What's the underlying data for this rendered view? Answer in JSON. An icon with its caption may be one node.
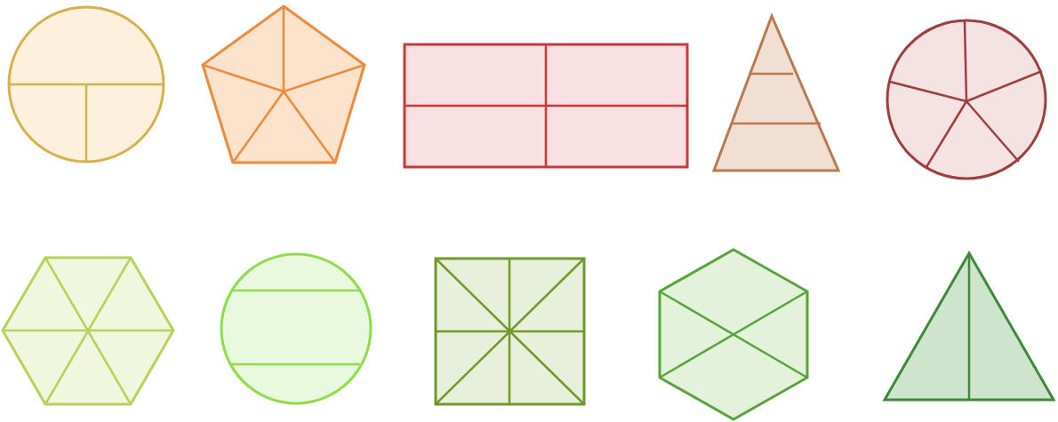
{
  "diagram": {
    "nodes": [
      {
        "text": [],
        "shape": "circle"
      },
      {
        "text": [],
        "shape": "pentagon"
      },
      {
        "text": [],
        "shape": "box"
      },
      {
        "text": [],
        "shape": "triangle"
      },
      {
        "text": [],
        "shape": "circle"
      },
      {
        "text": [],
        "shape": "hexagon"
      },
      {
        "text": [],
        "shape": "circle"
      },
      {
        "text": [],
        "shape": "box"
      },
      {
        "text": [],
        "shape": "hexagon"
      },
      {
        "text": [],
        "shape": "triangle"
      }
    ]
  }
}
